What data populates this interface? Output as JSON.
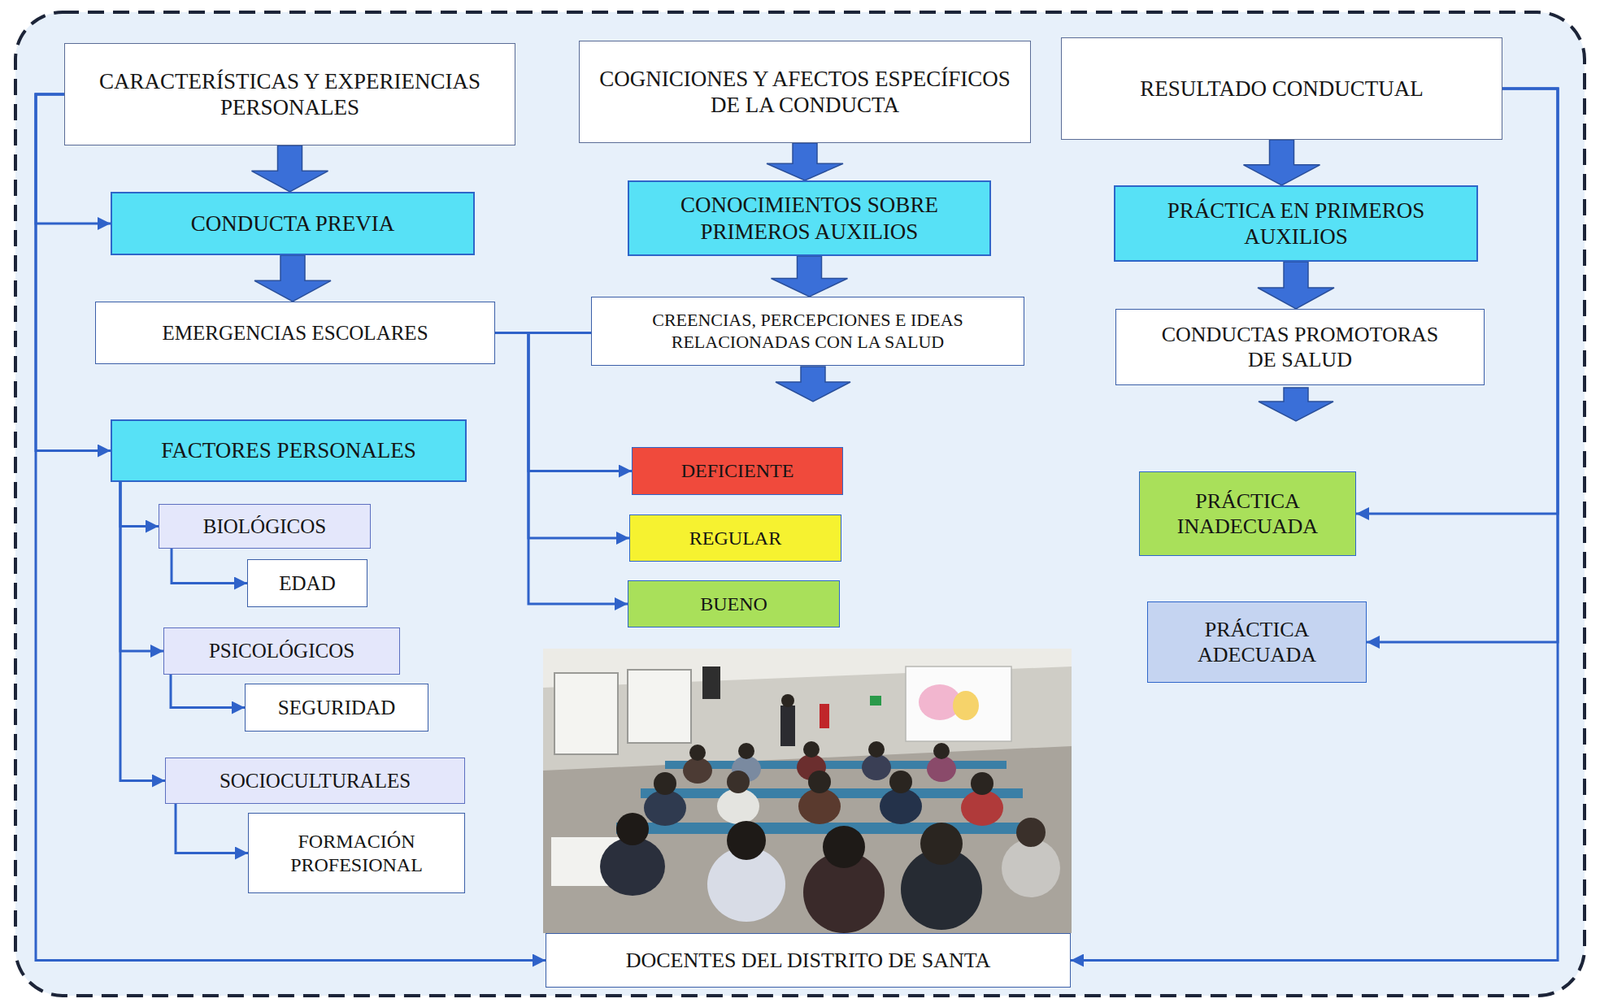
{
  "diagram": {
    "nodes": [
      {
        "text": [
          "CARACTERÍSTICAS Y EXPERIENCIAS PERSONALES"
        ]
      },
      {
        "text": [
          "COGNICIONES Y AFECTOS ESPECÍFICOS DE LA CONDUCTA"
        ]
      },
      {
        "text": [
          "RESULTADO CONDUCTUAL"
        ]
      },
      {
        "text": [
          "CONDUCTA PREVIA"
        ]
      },
      {
        "text": [
          "CONOCIMIENTOS SOBRE PRIMEROS AUXILIOS"
        ]
      },
      {
        "text": [
          "PRÁCTICA EN PRIMEROS AUXILIOS"
        ]
      },
      {
        "text": [
          "EMERGENCIAS ESCOLARES"
        ]
      },
      {
        "text": [
          "CREENCIAS, PERCEPCIONES E IDEAS RELACIONADAS CON LA SALUD"
        ]
      },
      {
        "text": [
          "CONDUCTAS PROMOTORAS DE SALUD"
        ]
      },
      {
        "text": [
          "FACTORES PERSONALES"
        ]
      },
      {
        "text": [
          "DEFICIENTE"
        ]
      },
      {
        "text": [
          "BIOLÓGICOS"
        ]
      },
      {
        "text": [
          "PRÁCTICA INADECUADA"
        ]
      },
      {
        "text": [
          "REGULAR"
        ]
      },
      {
        "text": [
          "EDAD"
        ]
      },
      {
        "text": [
          "BUENO"
        ]
      },
      {
        "text": [
          "PRÁCTICA ADECUADA"
        ]
      },
      {
        "text": [
          "PSICOLÓGICOS"
        ]
      },
      {
        "text": [
          "SEGURIDAD"
        ]
      },
      {
        "text": [
          "SOCIOCULTURALES"
        ]
      },
      {
        "text": [
          "FORMACIÓN PROFESIONAL"
        ]
      },
      {
        "text": [
          "DOCENTES DEL DISTRITO DE SANTA"
        ]
      }
    ],
    "edges": [
      {
        "from": 0,
        "to": 3,
        "arrow": "to"
      },
      {
        "from": 3,
        "to": 6,
        "arrow": "to"
      },
      {
        "from": 1,
        "to": 4,
        "arrow": "to"
      },
      {
        "from": 4,
        "to": 7,
        "arrow": "to"
      },
      {
        "from": 2,
        "to": 5,
        "arrow": "to"
      },
      {
        "from": 5,
        "to": 8,
        "arrow": "to"
      },
      {
        "from": 0,
        "to": 3,
        "arrow": "to"
      },
      {
        "from": 0,
        "to": 9,
        "arrow": "to"
      },
      {
        "from": 0,
        "to": 21,
        "arrow": "to"
      },
      {
        "from": 2,
        "to": 12,
        "arrow": "to"
      },
      {
        "from": 2,
        "to": 16,
        "arrow": "to"
      },
      {
        "from": 2,
        "to": 21,
        "arrow": "to"
      },
      {
        "from": 6,
        "to": 7,
        "arrow": "none"
      },
      {
        "from": 6,
        "to": 10,
        "arrow": "to"
      },
      {
        "from": 6,
        "to": 13,
        "arrow": "to"
      },
      {
        "from": 6,
        "to": 15,
        "arrow": "to"
      },
      {
        "from": 9,
        "to": 11,
        "arrow": "to"
      },
      {
        "from": 9,
        "to": 17,
        "arrow": "to"
      },
      {
        "from": 9,
        "to": 19,
        "arrow": "to"
      },
      {
        "from": 11,
        "to": 14,
        "arrow": "to"
      },
      {
        "from": 17,
        "to": 18,
        "arrow": "to"
      },
      {
        "from": 19,
        "to": 20,
        "arrow": "to"
      }
    ]
  }
}
